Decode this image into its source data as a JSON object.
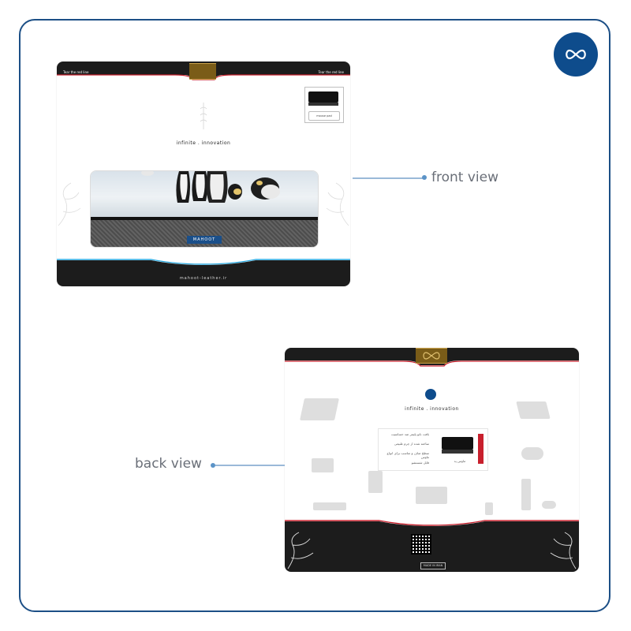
{
  "labels": {
    "front": "front view",
    "back": "back view"
  },
  "front": {
    "tear_left": "Tear the red line",
    "tear_right": "Tear the red line",
    "tagline": "infinite . innovation",
    "product_label": "mouse pad",
    "brand": "MAHOOT",
    "website": "mahoot-leather.ir"
  },
  "back": {
    "tagline": "infinite . innovation",
    "features": [
      "بافت نانو پلیمر ضد حساسیت",
      "ساخته شده از چرم طبیعی",
      "سطح صاف و مناسب برای انواع ماوس",
      "قابل شستشو"
    ],
    "product_name": "ماوس پد",
    "made_in": "MADE IN IRAN"
  },
  "colors": {
    "accent": "#0e4c8c",
    "dark": "#1c1c1c",
    "red": "#c8202d",
    "line": "#9ab9d8",
    "gold": "#7a5c18"
  },
  "icons": [
    "infinity-logo-icon"
  ]
}
